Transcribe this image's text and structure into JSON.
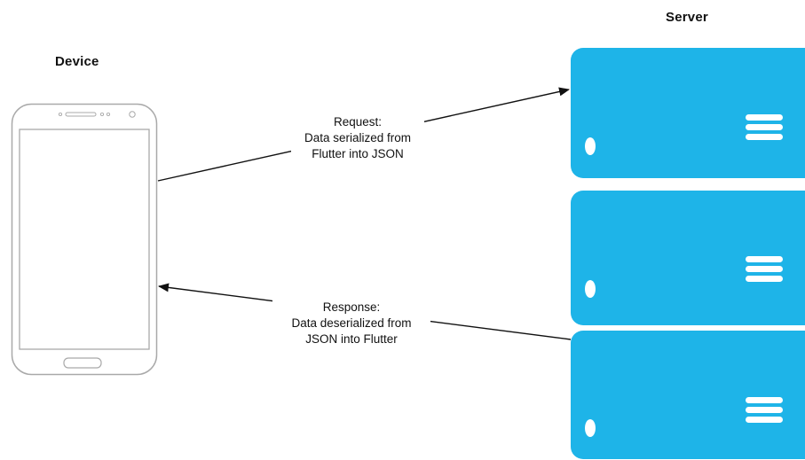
{
  "labels": {
    "device": "Device",
    "server": "Server"
  },
  "request": {
    "lines": [
      "Request:",
      "Data serialized from",
      "Flutter into JSON"
    ]
  },
  "response": {
    "lines": [
      "Response:",
      "Data deserialized from",
      "JSON into Flutter"
    ]
  },
  "colors": {
    "server_fill": "#1eb4e8",
    "phone_outline": "#a9a9a9",
    "arrow": "#111111"
  },
  "icons": {
    "device": "smartphone-icon",
    "server": "server-rack-icon"
  }
}
